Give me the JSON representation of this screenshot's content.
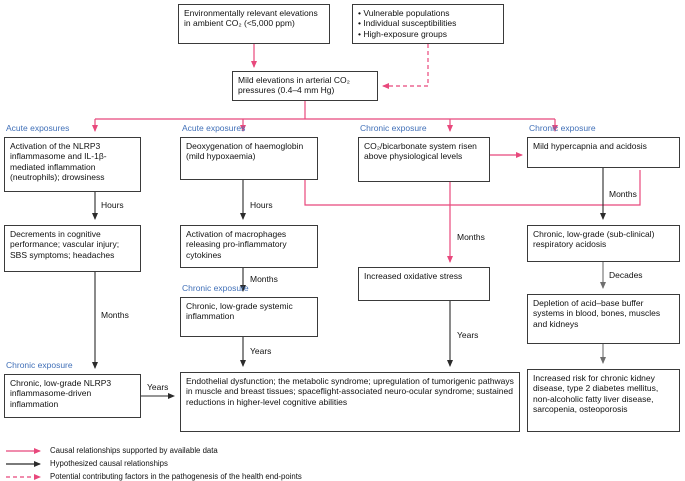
{
  "colors": {
    "causal_pink": "#e8487c",
    "hypothesized_black": "#2b2b2b",
    "faded_gray": "#6e6e6e",
    "exposure_blue": "#4170b8"
  },
  "top": {
    "ambient": "Environmentally relevant elevations in ambient CO₂ (<5,000 ppm)",
    "modifiers": [
      "• Vulnerable populations",
      "• Individual susceptibilities",
      "• High-exposure groups"
    ],
    "arterial": "Mild elevations in arterial CO₂ pressures (0.4–4 mm Hg)"
  },
  "columns": {
    "c1": {
      "head": "Acute exposures",
      "box1": "Activation of the NLRP3 inflammasome and IL-1β-mediated inflammation (neutrophils); drowsiness",
      "t1": "Hours",
      "box2": "Decrements in cognitive performance; vascular injury; SBS symptoms; headaches",
      "t2": "Months",
      "chronic_label": "Chronic exposure",
      "box3": "Chronic, low-grade NLRP3 inflammasome-driven inflammation",
      "t3": "Years"
    },
    "c2": {
      "head": "Acute exposures",
      "box1": "Deoxygenation of haemoglobin (mild hypoxaemia)",
      "t1": "Hours",
      "box2": "Activation of macrophages releasing pro-inflammatory cytokines",
      "t2": "Months",
      "chronic_label": "Chronic exposure",
      "box3": "Chronic, low-grade systemic inflammation",
      "t3": "Years"
    },
    "c3": {
      "head": "Chronic exposure",
      "box1": "CO₂/bicarbonate system risen above physiological levels",
      "t1": "Months",
      "box2": "Increased oxidative stress",
      "t2": "Years"
    },
    "c4": {
      "head": "Chronic exposure",
      "box1": "Mild hypercapnia and acidosis",
      "t1": "Months",
      "box2": "Chronic, low-grade (sub-clinical) respiratory acidosis",
      "t2": "Decades",
      "box3": "Depletion of acid–base buffer systems in blood, bones, muscles and kidneys",
      "box4": "Increased risk for chronic kidney disease, type 2 diabetes mellitus, non-alcoholic fatty liver disease, sarcopenia, osteoporosis"
    }
  },
  "endpoints": "Endothelial dysfunction; the metabolic syndrome; upregulation of tumorigenic pathways in muscle and breast tissues; spaceflight-associated neuro-ocular syndrome; sustained reductions in higher-level cognitive abilities",
  "legend": [
    {
      "style": "solid-pink",
      "label": "Causal relationships supported by available data"
    },
    {
      "style": "solid-black",
      "label": "Hypothesized causal relationships"
    },
    {
      "style": "dashed-pink",
      "label": "Potential contributing factors in the pathogenesis of the health end-points"
    }
  ]
}
